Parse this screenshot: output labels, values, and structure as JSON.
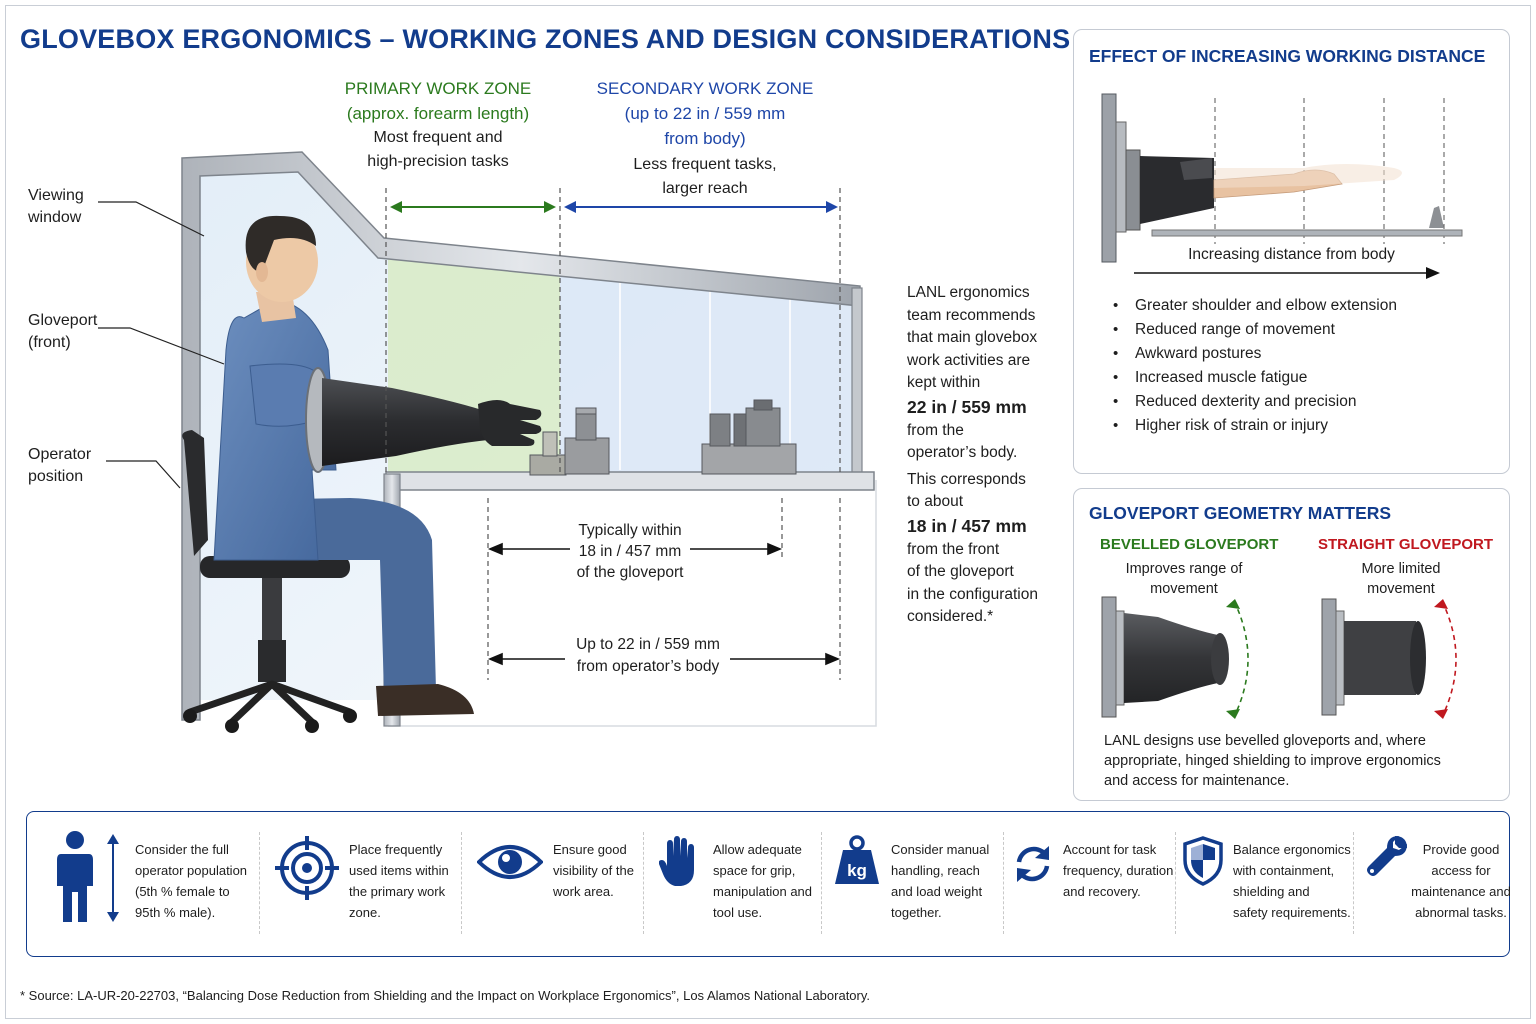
{
  "title": "GLOVEBOX ERGONOMICS – WORKING ZONES AND DESIGN CONSIDERATIONS",
  "colors": {
    "navy": "#123c8c",
    "green": "#2b7a1e",
    "blue": "#1e46a8",
    "red": "#c0181f"
  },
  "labels": {
    "viewing_window": [
      "Viewing",
      "window"
    ],
    "gloveport_front": [
      "Gloveport",
      "(front)"
    ],
    "operator_position": [
      "Operator",
      "position"
    ]
  },
  "primary_zone": {
    "heading": "PRIMARY WORK ZONE",
    "sub": "(approx. forearm length)",
    "desc": [
      "Most frequent and",
      "high-precision tasks"
    ]
  },
  "secondary_zone": {
    "heading": "SECONDARY WORK ZONE",
    "sub": [
      "(up to 22 in / 559 mm",
      "from body)"
    ],
    "desc": [
      "Less frequent tasks,",
      "larger reach"
    ]
  },
  "dimensions": {
    "gloveport": [
      "Typically within",
      "18 in / 457 mm",
      "of the gloveport"
    ],
    "body": [
      "Up to 22 in / 559 mm",
      "from operator’s body"
    ]
  },
  "recommendation": {
    "lines_a": [
      "LANL ergonomics",
      "team recommends",
      "that main glovebox",
      "work activities are",
      "kept within"
    ],
    "value_a": "22 in / 559 mm",
    "lines_b": [
      "from the",
      "operator’s body."
    ],
    "lines_c": [
      "This corresponds",
      "to about"
    ],
    "value_b": "18 in / 457 mm",
    "lines_d": [
      "from the front",
      "of the gloveport",
      "in the configuration",
      "considered.*"
    ]
  },
  "distance_panel": {
    "heading": "EFFECT OF INCREASING WORKING DISTANCE",
    "arrow_label": "Increasing distance from body",
    "effects": [
      "Greater shoulder and elbow extension",
      "Reduced range of movement",
      "Awkward postures",
      "Increased muscle fatigue",
      "Reduced dexterity and precision",
      "Higher risk of strain or injury"
    ]
  },
  "geometry_panel": {
    "heading": "GLOVEPORT GEOMETRY MATTERS",
    "bevelled": {
      "title": "BEVELLED GLOVEPORT",
      "desc": [
        "Improves range of",
        "movement"
      ]
    },
    "straight": {
      "title": "STRAIGHT GLOVEPORT",
      "desc": [
        "More limited",
        "movement"
      ]
    },
    "note": [
      "LANL designs use bevelled gloveports and, where",
      "appropriate, hinged shielding to improve ergonomics",
      "and access for maintenance."
    ]
  },
  "tips": [
    {
      "icon": "person-height-icon",
      "lines": [
        "Consider the full",
        "operator population",
        "(5th % female to",
        "95th % male)."
      ]
    },
    {
      "icon": "target-icon",
      "lines": [
        "Place frequently",
        "used items within",
        "the primary work",
        "zone."
      ]
    },
    {
      "icon": "eye-icon",
      "lines": [
        "Ensure good",
        "visibility of the",
        "work area."
      ]
    },
    {
      "icon": "hand-icon",
      "lines": [
        "Allow adequate",
        "space for grip,",
        "manipulation and",
        "tool use."
      ]
    },
    {
      "icon": "weight-kg-icon",
      "icon_text": "kg",
      "lines": [
        "Consider manual",
        "handling, reach",
        "and load weight",
        "together."
      ]
    },
    {
      "icon": "cycle-arrows-icon",
      "lines": [
        "Account for task",
        "frequency, duration",
        "and recovery."
      ]
    },
    {
      "icon": "shield-icon",
      "lines": [
        "Balance ergonomics",
        "with containment,",
        "shielding and",
        "safety requirements."
      ]
    },
    {
      "icon": "wrench-icon",
      "lines": [
        "Provide good",
        "access for",
        "maintenance and",
        "abnormal tasks."
      ]
    }
  ],
  "footnote": "* Source:  LA-UR-20-22703, “Balancing Dose Reduction from Shielding and the Impact on Workplace Ergonomics”, Los Alamos National Laboratory."
}
